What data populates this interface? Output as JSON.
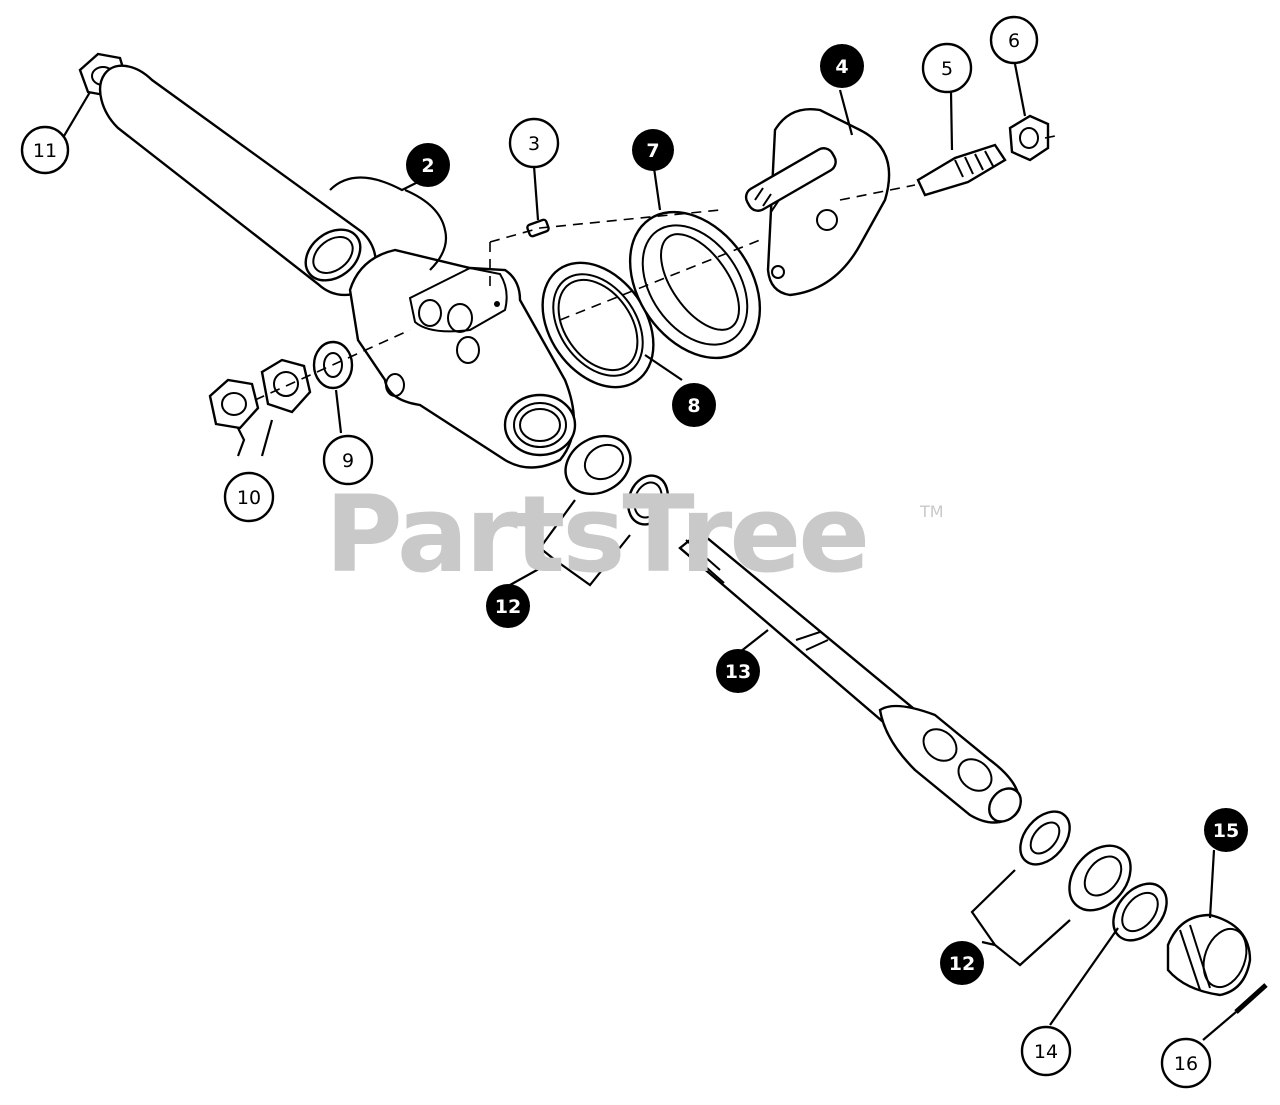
{
  "watermark": {
    "brand": "PartsTree",
    "trademark": "TM"
  },
  "callouts": [
    {
      "id": "11",
      "style": "light"
    },
    {
      "id": "2",
      "style": "dark"
    },
    {
      "id": "3",
      "style": "light"
    },
    {
      "id": "7",
      "style": "dark"
    },
    {
      "id": "4",
      "style": "dark"
    },
    {
      "id": "5",
      "style": "light"
    },
    {
      "id": "6",
      "style": "light"
    },
    {
      "id": "8",
      "style": "dark"
    },
    {
      "id": "9",
      "style": "light"
    },
    {
      "id": "10",
      "style": "light"
    },
    {
      "id": "12",
      "style": "dark"
    },
    {
      "id": "13",
      "style": "dark"
    },
    {
      "id": "15",
      "style": "dark"
    },
    {
      "id": "12",
      "style": "dark"
    },
    {
      "id": "14",
      "style": "light"
    },
    {
      "id": "16",
      "style": "light"
    }
  ]
}
